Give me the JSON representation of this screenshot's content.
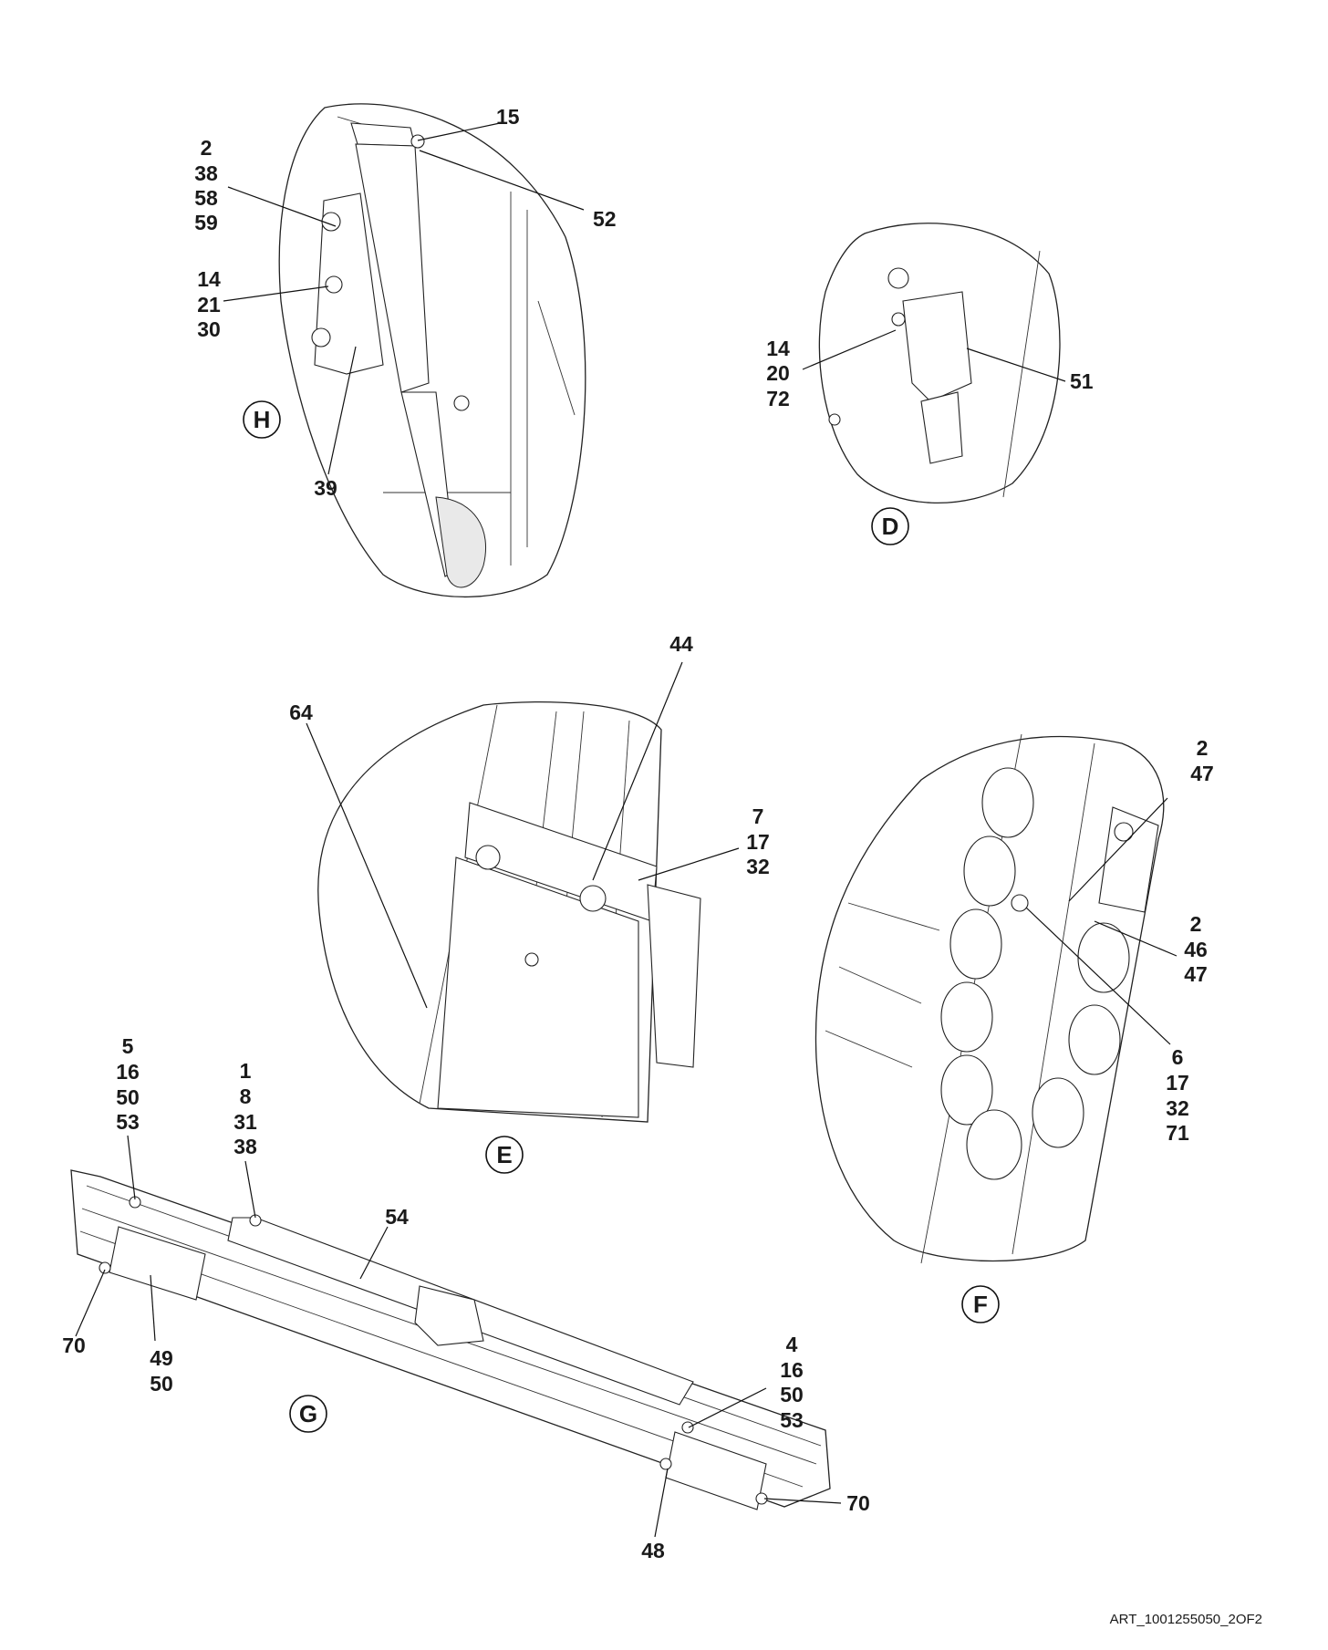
{
  "art_id": "ART_1001255050_2OF2",
  "views": [
    {
      "letter": "H",
      "callouts": [
        [
          "15"
        ],
        [
          "2",
          "38",
          "58",
          "59"
        ],
        [
          "52"
        ],
        [
          "14",
          "21",
          "30"
        ],
        [
          "39"
        ]
      ]
    },
    {
      "letter": "D",
      "callouts": [
        [
          "14",
          "20",
          "72"
        ],
        [
          "51"
        ]
      ]
    },
    {
      "letter": "E",
      "callouts": [
        [
          "44"
        ],
        [
          "64"
        ],
        [
          "7",
          "17",
          "32"
        ]
      ]
    },
    {
      "letter": "F",
      "callouts": [
        [
          "2",
          "47"
        ],
        [
          "2",
          "46",
          "47"
        ],
        [
          "6",
          "17",
          "32",
          "71"
        ]
      ]
    },
    {
      "letter": "G",
      "callouts": [
        [
          "5",
          "16",
          "50",
          "53"
        ],
        [
          "1",
          "8",
          "31",
          "38"
        ],
        [
          "54"
        ],
        [
          "70"
        ],
        [
          "49",
          "50"
        ],
        [
          "4",
          "16",
          "50",
          "53"
        ],
        [
          "70"
        ],
        [
          "48"
        ]
      ]
    }
  ]
}
